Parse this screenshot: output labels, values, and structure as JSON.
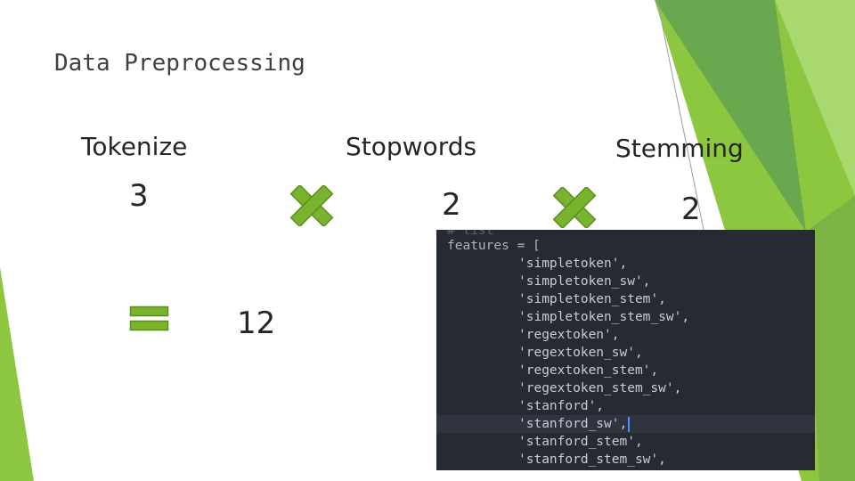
{
  "slide": {
    "title": "Data Preprocessing",
    "accent_colors": [
      "#8dc63f",
      "#6aa84f",
      "#a9d86e",
      "#5b9a3a"
    ]
  },
  "factors": [
    {
      "label": "Tokenize",
      "count": "3"
    },
    {
      "label": "Stopwords",
      "count": "2"
    },
    {
      "label": "Stemming",
      "count": "2"
    }
  ],
  "operators": [
    {
      "icon": "multiply-icon"
    },
    {
      "icon": "multiply-icon"
    },
    {
      "icon": "equals-icon"
    }
  ],
  "result": "12",
  "code": {
    "ghost_line": "# list",
    "header": "features = [",
    "items": [
      "'simpletoken',",
      "'simpletoken_sw',",
      "'simpletoken_stem',",
      "'simpletoken_stem_sw',",
      "'regextoken',",
      "'regextoken_sw',",
      "'regextoken_stem',",
      "'regextoken_stem_sw',",
      "'stanford',",
      "'stanford_sw',",
      "'stanford_stem',",
      "'stanford_stem_sw',"
    ],
    "active_item_index": 9
  }
}
